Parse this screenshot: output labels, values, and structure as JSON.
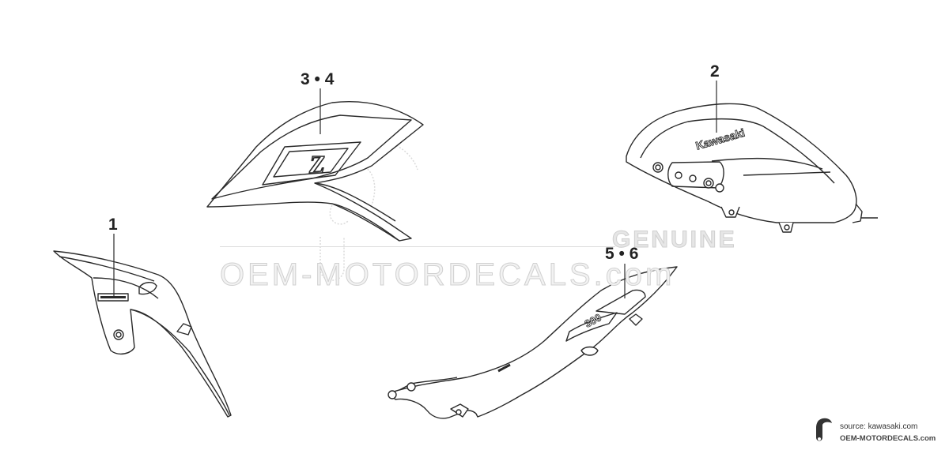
{
  "callouts": {
    "p1": "1",
    "p2": "2",
    "p34": "3 • 4",
    "p56": "5 • 6"
  },
  "decals": {
    "tank": "Kawasaki",
    "shroud_letter": "Z",
    "tail": "300"
  },
  "watermark": {
    "main": "OEM-MOTORDECALS.com",
    "genuine": "GENUINE"
  },
  "source": {
    "line1": "source: kawasaki.com",
    "line2": "OEM-MOTORDECALS.com"
  },
  "colors": {
    "line": "#2a2a2a",
    "watermark": "#d8d8d8"
  },
  "icons": [
    "sketch-logo-icon",
    "source-logo-icon"
  ]
}
